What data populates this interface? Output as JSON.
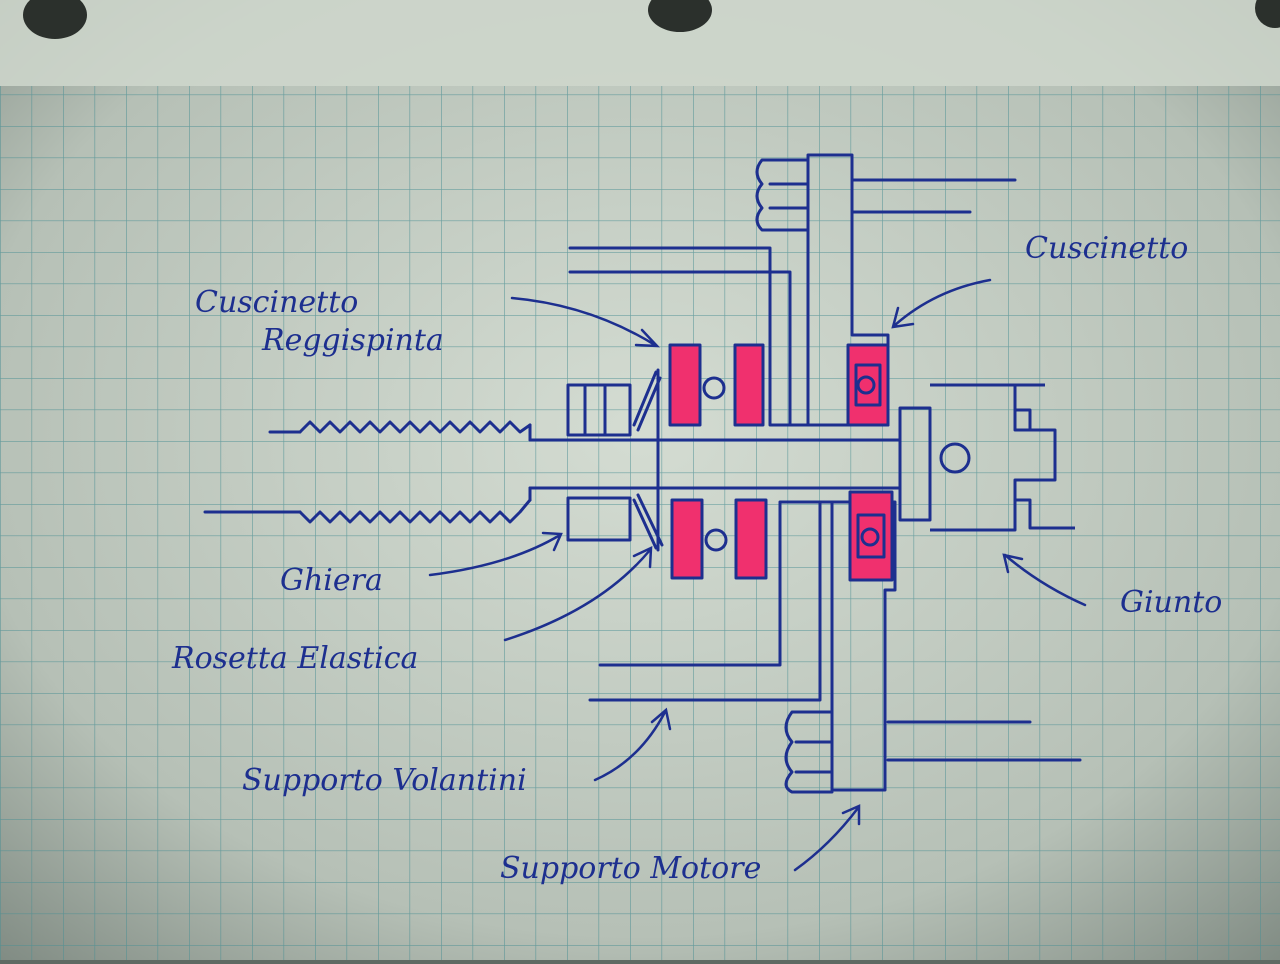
{
  "diagram": {
    "labels": {
      "cuscinetto_reggispinta_line1": "Cuscinetto",
      "cuscinetto_reggispinta_line2": "Reggispinta",
      "cuscinetto": "Cuscinetto",
      "ghiera": "Ghiera",
      "rosetta_elastica": "Rosetta Elastica",
      "giunto": "Giunto",
      "supporto_volantini": "Supporto Volantini",
      "supporto_motore": "Supporto Motore"
    },
    "colors": {
      "ink": "#1d2f8f",
      "highlight": "#f0306e",
      "grid": "#4a8f92",
      "paper": "#c9d2c8"
    }
  }
}
